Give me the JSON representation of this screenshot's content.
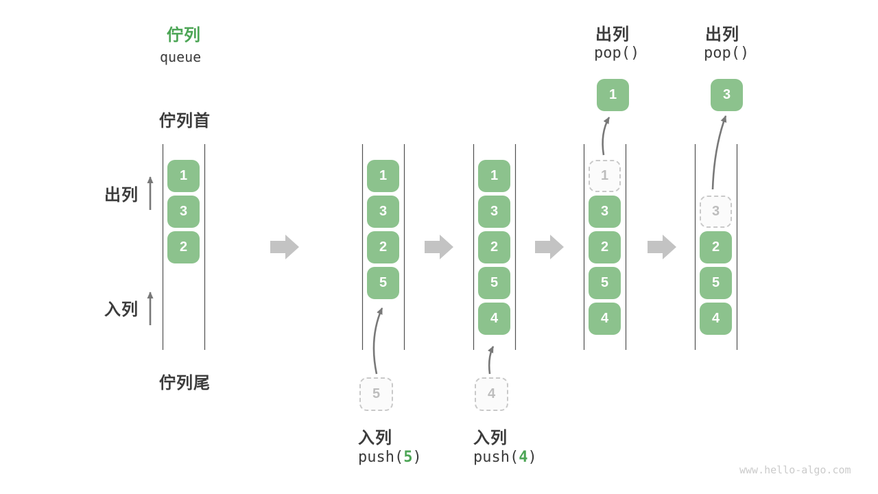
{
  "title": {
    "zh": "佇列",
    "en": "queue"
  },
  "labels": {
    "front": "佇列首",
    "rear": "佇列尾",
    "dequeue": "出列",
    "enqueue": "入列"
  },
  "ops": {
    "push5": {
      "name": "入列",
      "prefix": "push(",
      "arg": "5",
      "suffix": ")"
    },
    "push4": {
      "name": "入列",
      "prefix": "push(",
      "arg": "4",
      "suffix": ")"
    },
    "pop1": {
      "name": "出列",
      "call": "pop()"
    },
    "pop2": {
      "name": "出列",
      "call": "pop()"
    }
  },
  "states": [
    {
      "cells": [
        "1",
        "3",
        "2"
      ]
    },
    {
      "cells": [
        "1",
        "3",
        "2",
        "5"
      ],
      "incoming": "5"
    },
    {
      "cells": [
        "1",
        "3",
        "2",
        "5",
        "4"
      ],
      "incoming": "4"
    },
    {
      "cells": [
        "3",
        "2",
        "5",
        "4"
      ],
      "ghost": "1",
      "popped": "1"
    },
    {
      "cells": [
        "2",
        "5",
        "4"
      ],
      "ghost": "3",
      "popped": "3"
    }
  ],
  "watermark": "www.hello-algo.com",
  "colors": {
    "cell_green": "#8CC28D",
    "accent_green": "#4CA555",
    "dark_text": "#3C3C3C",
    "thin_arrow": "#787878",
    "big_arrow": "#C3C3C3",
    "column_line": "#4F4F4F",
    "ghost_border": "#C9C9C9",
    "ghost_text": "#BDBDBD",
    "ghost_bg": "#FBFBFB",
    "watermark": "#CBCBCB"
  }
}
